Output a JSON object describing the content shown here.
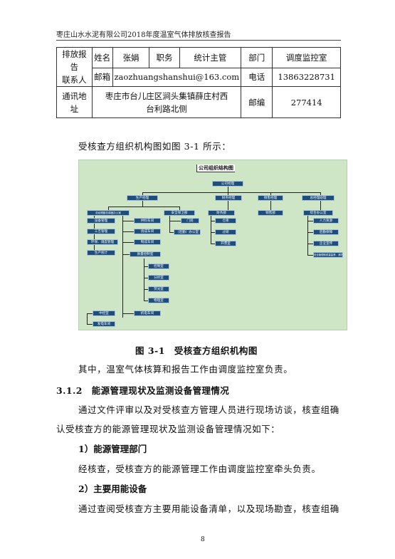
{
  "header": "枣庄山水水泥有限公司2018年度温室气体排放核查报告",
  "contact_table": {
    "reporter_label_1": "排放报告",
    "reporter_label_2": "联系人",
    "name_label": "姓名",
    "name_value": "张娟",
    "position_label": "职务",
    "position_value": "统计主管",
    "dept_label": "部门",
    "dept_value": "调度监控室",
    "email_label": "邮箱",
    "email_value": "zaozhuangshanshui@163.com",
    "phone_label": "电话",
    "phone_value": "13863228731",
    "address_label": "通讯地址",
    "address_line1": "枣庄市台儿庄区涧头集镇薛庄村西",
    "address_line2": "台利路北侧",
    "postcode_label": "邮编",
    "postcode_value": "277414"
  },
  "intro": "受核查方组织机构图如图 3-1 所示：",
  "org_chart": {
    "title": "公司组织结构图",
    "top": "公司经理",
    "l1": [
      "生产经理",
      "财务经理",
      "销售经理",
      "总经理助理"
    ],
    "l2": [
      "总经理副总调度办公室",
      "安全保卫部",
      "财务部",
      "销售部",
      "综合办公室"
    ],
    "production_col": [
      "设备管理",
      "工艺管理",
      "环保、调度管理",
      "生产统计"
    ],
    "workshops": [
      "供料车间",
      "烧成车间",
      "制成车间",
      "质量控制室"
    ],
    "security_col": [
      "门岗",
      "（后勤）办公室"
    ],
    "finance_col": [
      "仓库",
      "过磅",
      "开票室"
    ],
    "admin_col": [
      "人力资源",
      "后勤保障",
      "企业宣传",
      "安全管理和质量监督、消防"
    ],
    "quality_col": [
      "控制室",
      "分析室",
      "荧光室",
      "物理室"
    ],
    "bottom_left": [
      "中控室",
      "发电车间"
    ],
    "bottom_mid": "机电车间"
  },
  "caption": "图 3-1　受核查方组织机构图",
  "para1": "其中，温室气体核算和报告工作由调度监控室负责。",
  "section": "3.1.2　能源管理现状及监测设备管理情况",
  "para2a": "通过文件评审以及对受核查方管理人员进行现场访谈，核查组确",
  "para2b": "认受核查方的能源管理现状及监测设备管理情况如下：",
  "sub1": "1）能源管理部门",
  "para3": "经核查，受核查方的能源管理工作由调度监控室牵头负责。",
  "sub2": "2）主要用能设备",
  "para4": "通过查阅受核查方主要用能设备清单，以及现场勘查，核查组确",
  "page_number": "8"
}
